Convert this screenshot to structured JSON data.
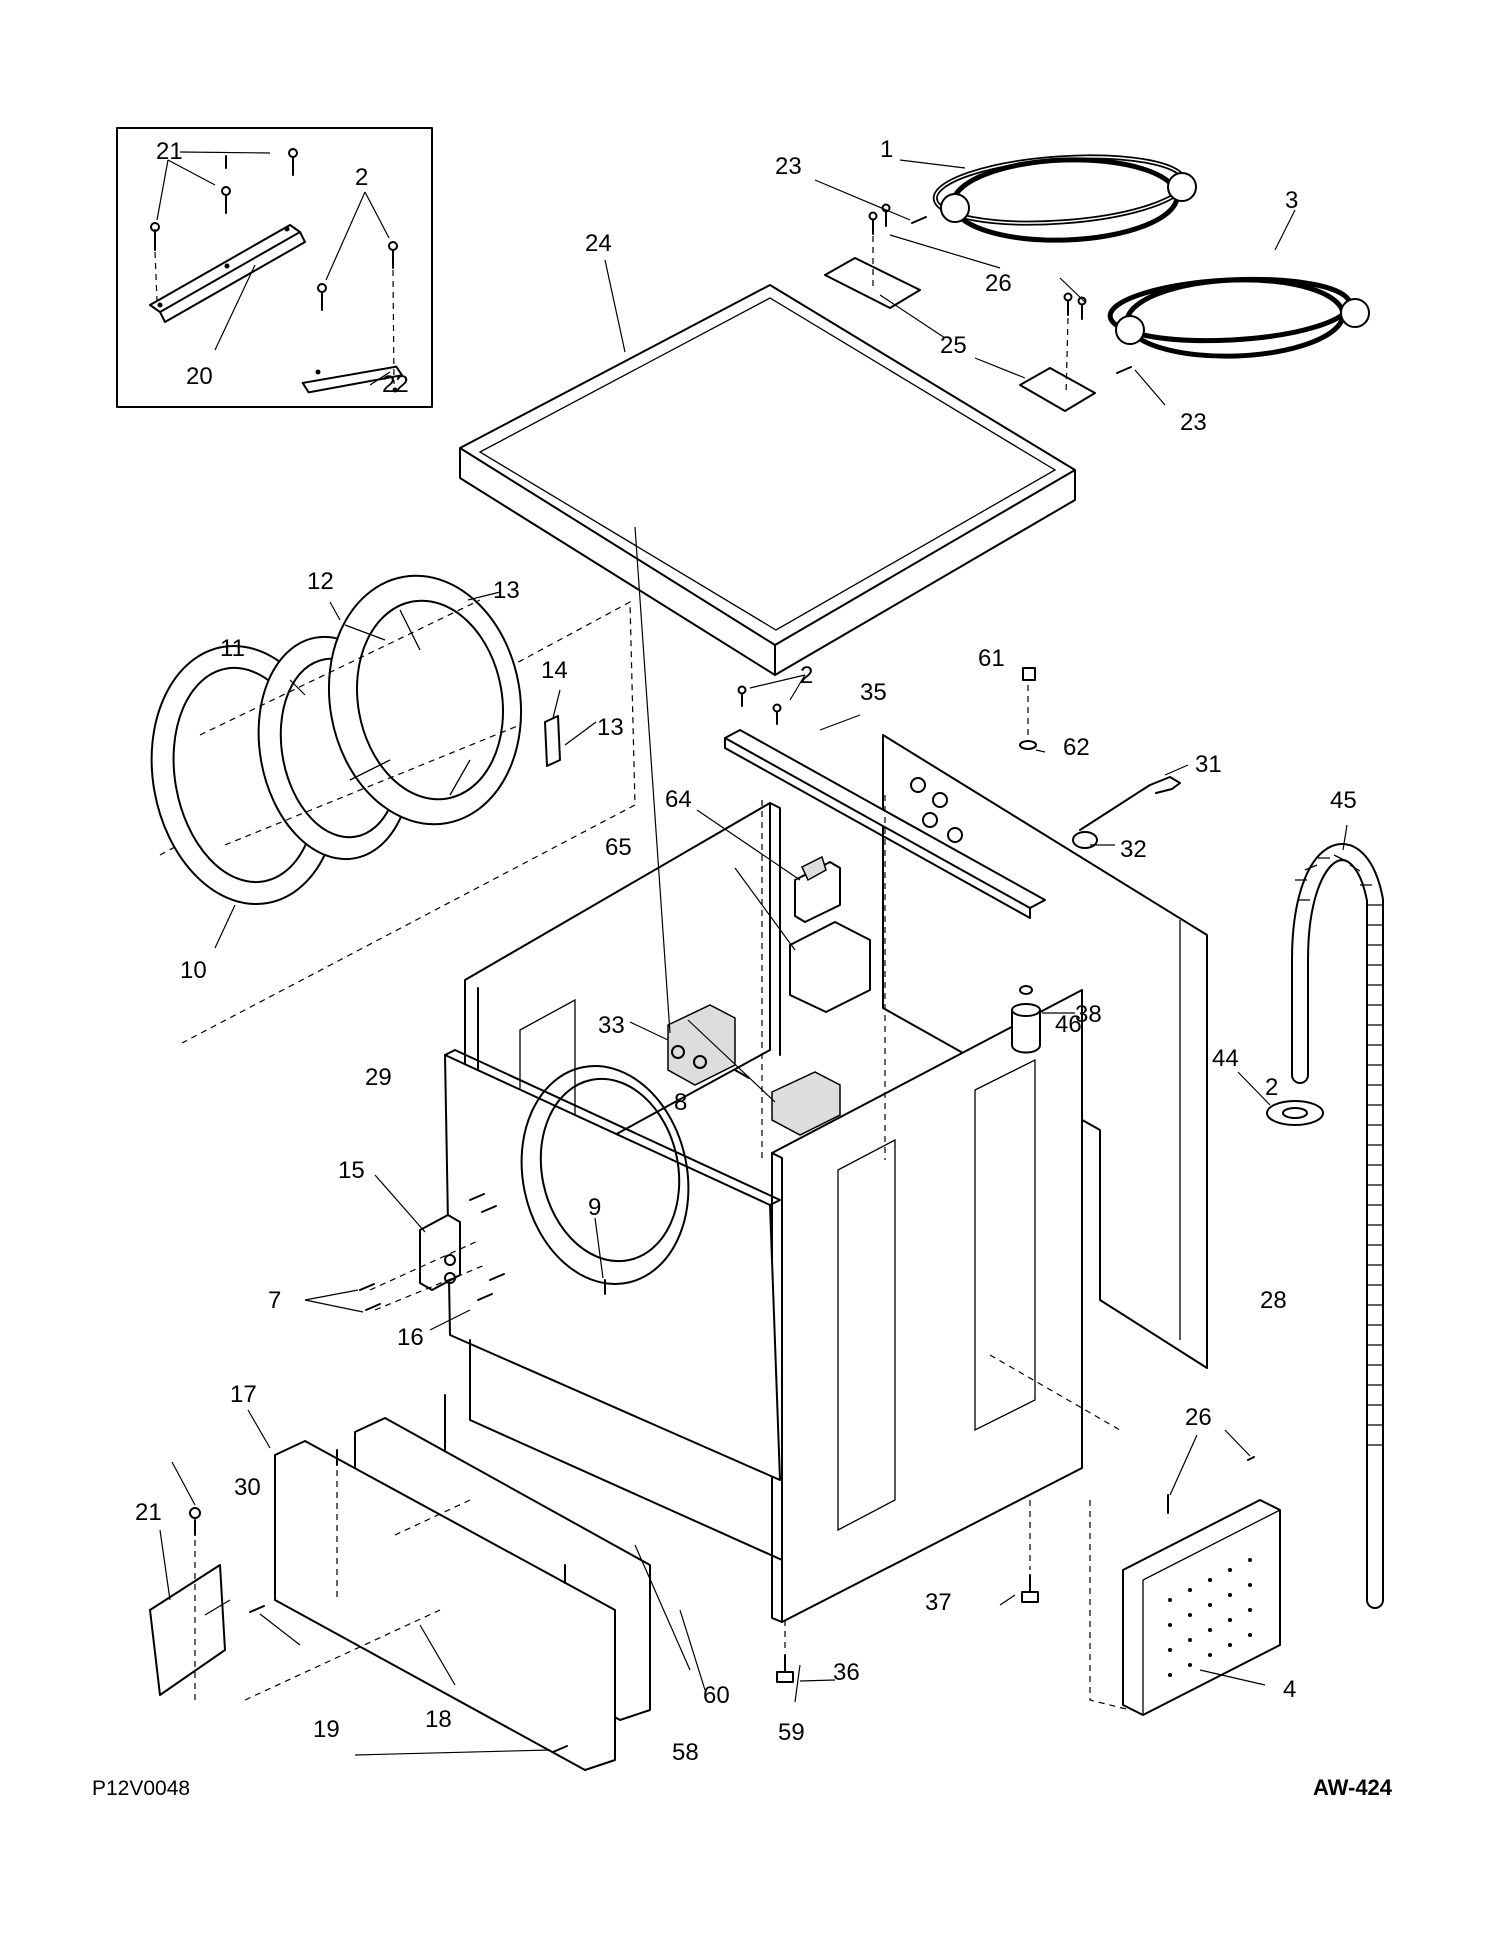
{
  "labels": [
    {
      "id": "c21",
      "text": "21"
    },
    {
      "id": "c2",
      "text": "2"
    },
    {
      "id": "c20",
      "text": "20"
    },
    {
      "id": "c22",
      "text": "22"
    },
    {
      "id": "p23a",
      "text": "23"
    },
    {
      "id": "p1",
      "text": "1"
    },
    {
      "id": "p3",
      "text": "3"
    },
    {
      "id": "p24",
      "text": "24"
    },
    {
      "id": "p26a",
      "text": "26"
    },
    {
      "id": "p25",
      "text": "25"
    },
    {
      "id": "p23b",
      "text": "23"
    },
    {
      "id": "p12",
      "text": "12"
    },
    {
      "id": "p13a",
      "text": "13"
    },
    {
      "id": "p11",
      "text": "11"
    },
    {
      "id": "p14",
      "text": "14"
    },
    {
      "id": "p13b",
      "text": "13"
    },
    {
      "id": "p10",
      "text": "10"
    },
    {
      "id": "p61",
      "text": "61"
    },
    {
      "id": "p2a",
      "text": "2"
    },
    {
      "id": "p35",
      "text": "35"
    },
    {
      "id": "p62",
      "text": "62"
    },
    {
      "id": "p31",
      "text": "31"
    },
    {
      "id": "p45",
      "text": "45"
    },
    {
      "id": "p64",
      "text": "64"
    },
    {
      "id": "p32",
      "text": "32"
    },
    {
      "id": "p65",
      "text": "65"
    },
    {
      "id": "p33",
      "text": "33"
    },
    {
      "id": "p46",
      "text": "46"
    },
    {
      "id": "p44",
      "text": "44"
    },
    {
      "id": "p8",
      "text": "8"
    },
    {
      "id": "p38",
      "text": "38"
    },
    {
      "id": "p29",
      "text": "29"
    },
    {
      "id": "p2b",
      "text": "2"
    },
    {
      "id": "p15",
      "text": "15"
    },
    {
      "id": "p9",
      "text": "9"
    },
    {
      "id": "p7",
      "text": "7"
    },
    {
      "id": "p28",
      "text": "28"
    },
    {
      "id": "p16",
      "text": "16"
    },
    {
      "id": "p17",
      "text": "17"
    },
    {
      "id": "p26b",
      "text": "26"
    },
    {
      "id": "p21",
      "text": "21"
    },
    {
      "id": "p30",
      "text": "30"
    },
    {
      "id": "p37",
      "text": "37"
    },
    {
      "id": "p36",
      "text": "36"
    },
    {
      "id": "p60",
      "text": "60"
    },
    {
      "id": "p4",
      "text": "4"
    },
    {
      "id": "p18",
      "text": "18"
    },
    {
      "id": "p19",
      "text": "19"
    },
    {
      "id": "p59",
      "text": "59"
    },
    {
      "id": "p58",
      "text": "58"
    }
  ],
  "footer": {
    "code": "P12V0048",
    "page": "AW-424"
  }
}
